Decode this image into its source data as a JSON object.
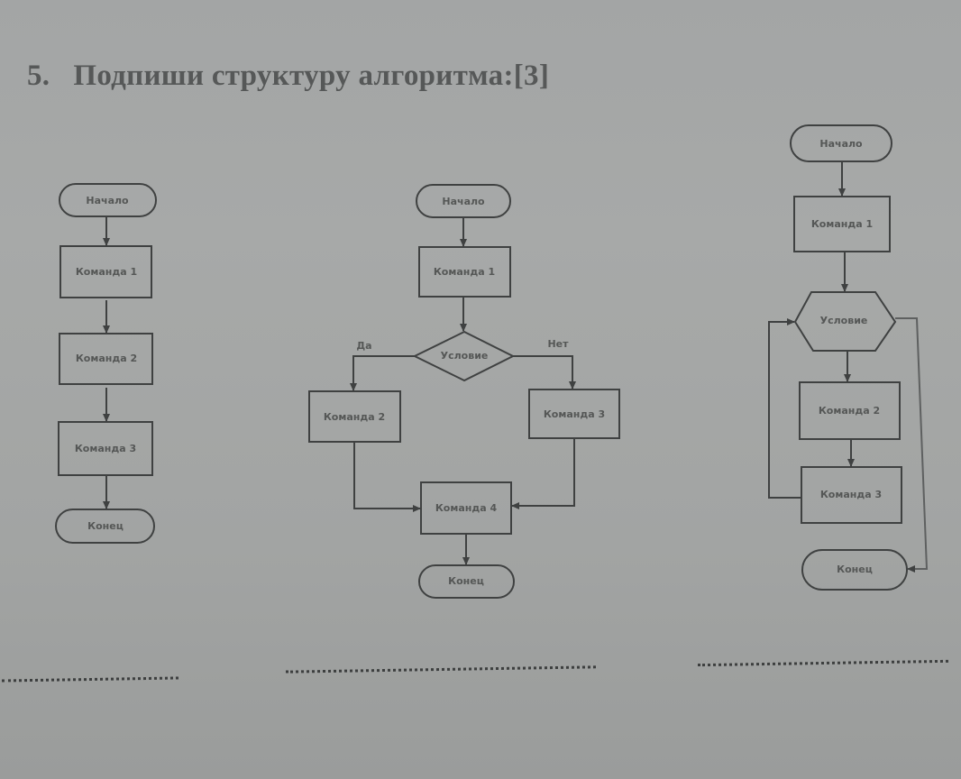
{
  "task": {
    "number": "5.",
    "title": "Подпиши структуру алгоритма:[3]"
  },
  "colors": {
    "paper": "#a5a7a6",
    "ink": "#3f4141",
    "text": "#565858"
  },
  "flowcharts": [
    {
      "type": "linear",
      "blocks": {
        "start": "Начало",
        "cmd1": "Команда 1",
        "cmd2": "Команда 2",
        "cmd3": "Команда 3",
        "end": "Конец"
      }
    },
    {
      "type": "branching",
      "blocks": {
        "start": "Начало",
        "cmd1": "Команда 1",
        "condition": "Условие",
        "yes_label": "Да",
        "no_label": "Нет",
        "cmd2": "Команда 2",
        "cmd3": "Команда 3",
        "cmd4": "Команда 4",
        "end": "Конец"
      }
    },
    {
      "type": "loop",
      "blocks": {
        "start": "Начало",
        "cmd1": "Команда 1",
        "condition": "Условие",
        "cmd2": "Команда 2",
        "cmd3": "Команда 3",
        "end": "Конец"
      }
    }
  ],
  "answer_lines": [
    {
      "placeholder": "........................"
    },
    {
      "placeholder": "........................"
    },
    {
      "placeholder": "........................"
    }
  ]
}
